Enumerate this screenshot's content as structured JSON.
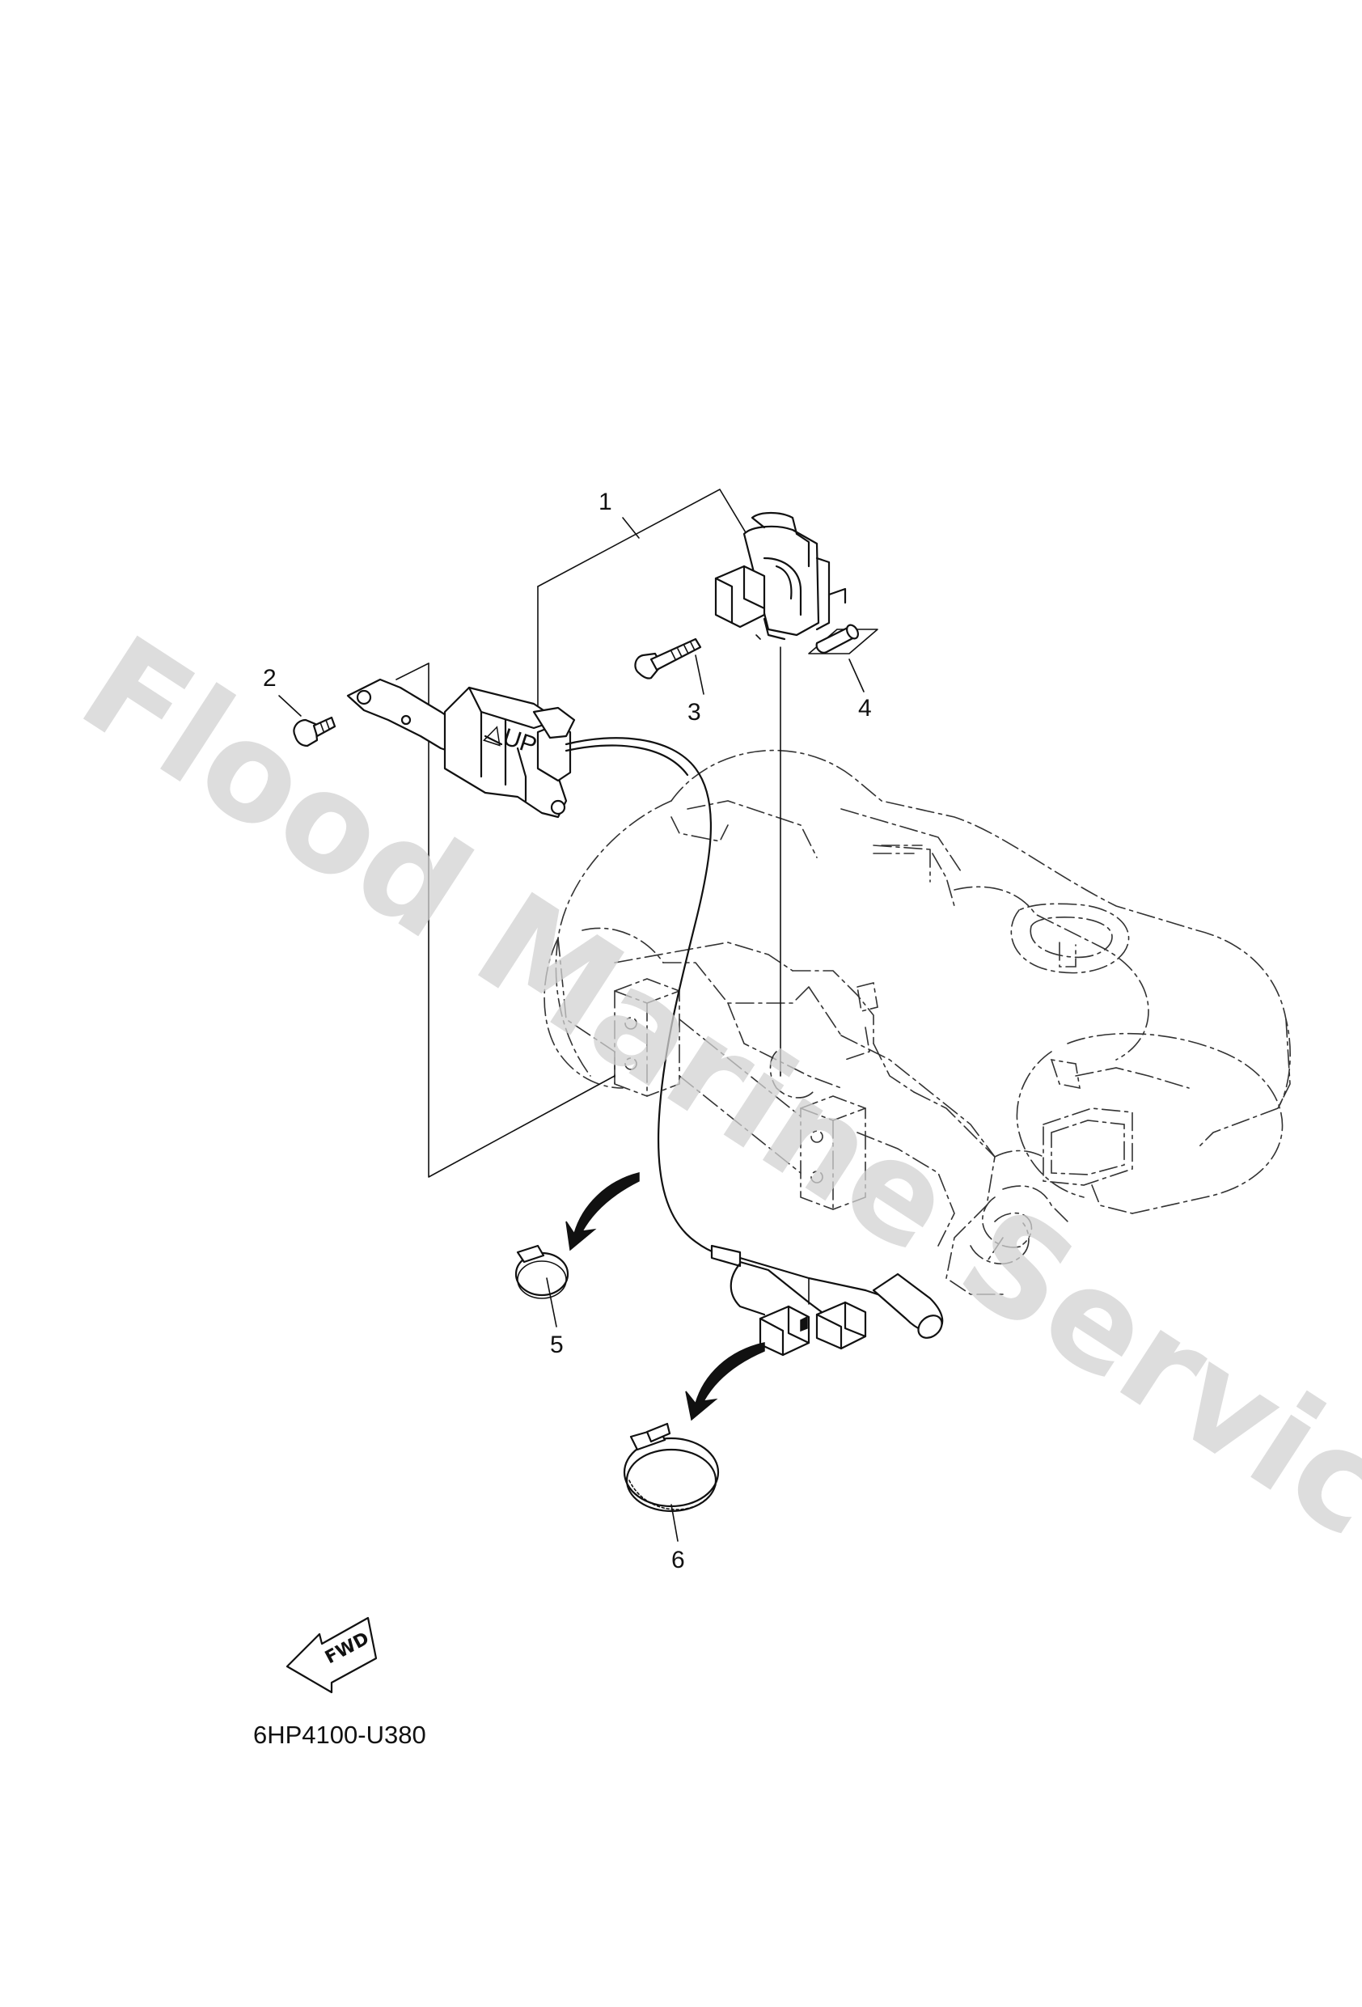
{
  "watermark": "Flood Marine Services",
  "drawing_code": "6HP4100-U380",
  "fwd_label": "FWD",
  "switch_label": "△UP",
  "callouts": {
    "c1": "1",
    "c2": "2",
    "c3": "3",
    "c4": "4",
    "c5": "5",
    "c6": "6"
  }
}
